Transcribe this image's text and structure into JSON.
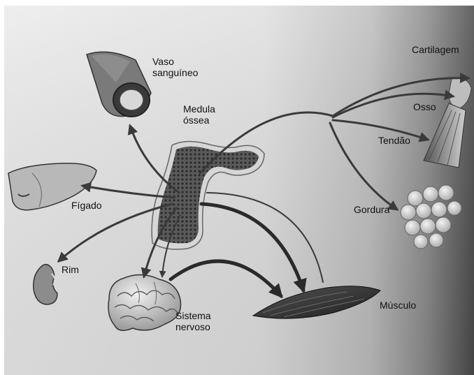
{
  "diagram": {
    "labels": {
      "vaso": "Vaso",
      "sanguineo": "sanguíneo",
      "medula": "Medula",
      "ossea": "óssea",
      "cartilagem": "Cartilagem",
      "osso": "Osso",
      "tendao": "Tendão",
      "gordura": "Gordura",
      "figado": "Fígado",
      "rim": "Rim",
      "sistema": "Sistema",
      "nervoso": "nervoso",
      "musculo": "Músculo"
    },
    "colors": {
      "background_light": "#e4e4e4",
      "background_dark": "#4a4a4a",
      "arrow": "#3a3a3a",
      "bone_marrow": "#3c3c3c"
    }
  }
}
